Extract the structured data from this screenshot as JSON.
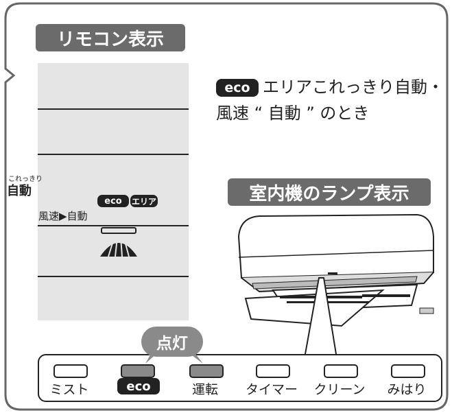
{
  "remote_title": "リモコン表示",
  "lamp_title": "室内機のランプ表示",
  "description": {
    "eco_badge": "eco",
    "line1": "エリアこれっきり自動・",
    "line2": "風速 “ 自動 ” のとき"
  },
  "lcd": {
    "ruby": "これっきり",
    "mode_label": "自動",
    "eco_badge": "eco",
    "area_badge": "エリア",
    "fan_label": "風速▶自動"
  },
  "lit_label": "点灯",
  "lamps": [
    {
      "label": "ミスト",
      "lit": false
    },
    {
      "label": "eco",
      "lit": true
    },
    {
      "label": "運転",
      "lit": true
    },
    {
      "label": "タイマー",
      "lit": false
    },
    {
      "label": "クリーン",
      "lit": false
    },
    {
      "label": "みはり",
      "lit": false
    }
  ],
  "colors": {
    "lit_lamp": "#8a8a8a",
    "tab": "#6b6b6b",
    "lcd": "#e5e5e5"
  }
}
